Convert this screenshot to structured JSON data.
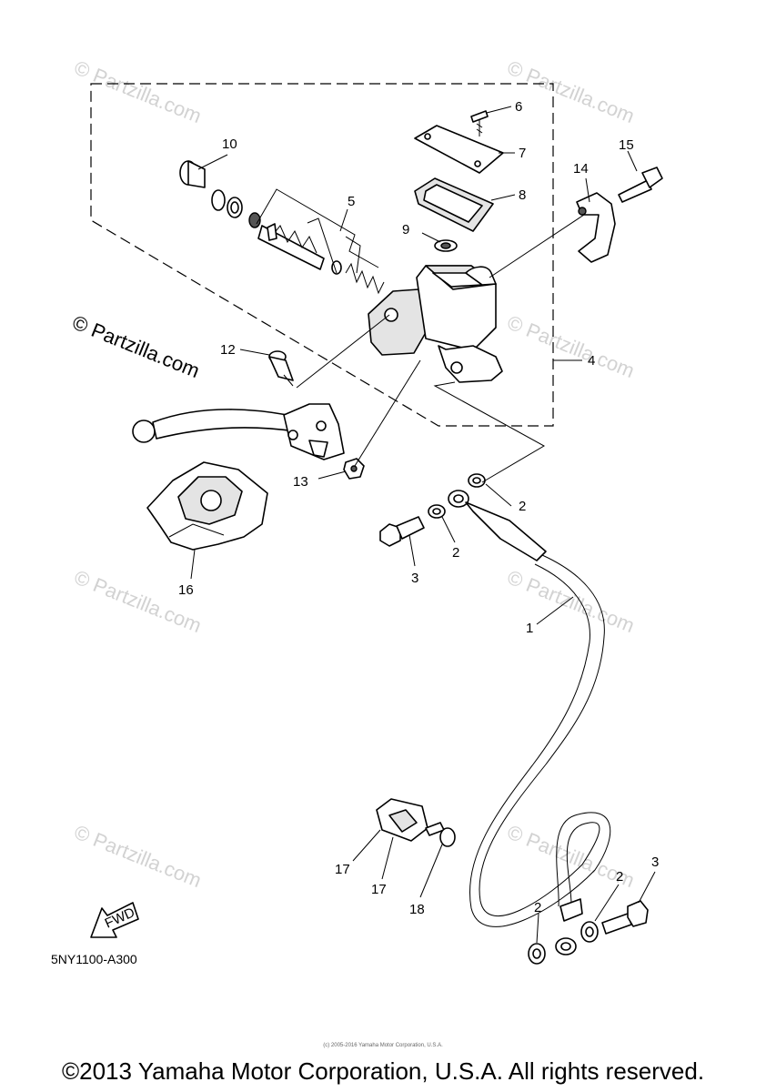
{
  "diagram": {
    "code": "5NY1100-A300",
    "copyright": "©2013 Yamaha Motor Corporation, U.S.A. All rights reserved.",
    "tiny_credit": "(c) 2005-2016 Yamaha Motor Corporation, U.S.A.",
    "fwd_label": "FWD",
    "watermark": "© Partzilla.com",
    "callouts": [
      "1",
      "2",
      "2",
      "2",
      "2",
      "3",
      "3",
      "4",
      "5",
      "6",
      "7",
      "8",
      "9",
      "10",
      "12",
      "13",
      "14",
      "15",
      "16",
      "17",
      "17",
      "18"
    ]
  }
}
